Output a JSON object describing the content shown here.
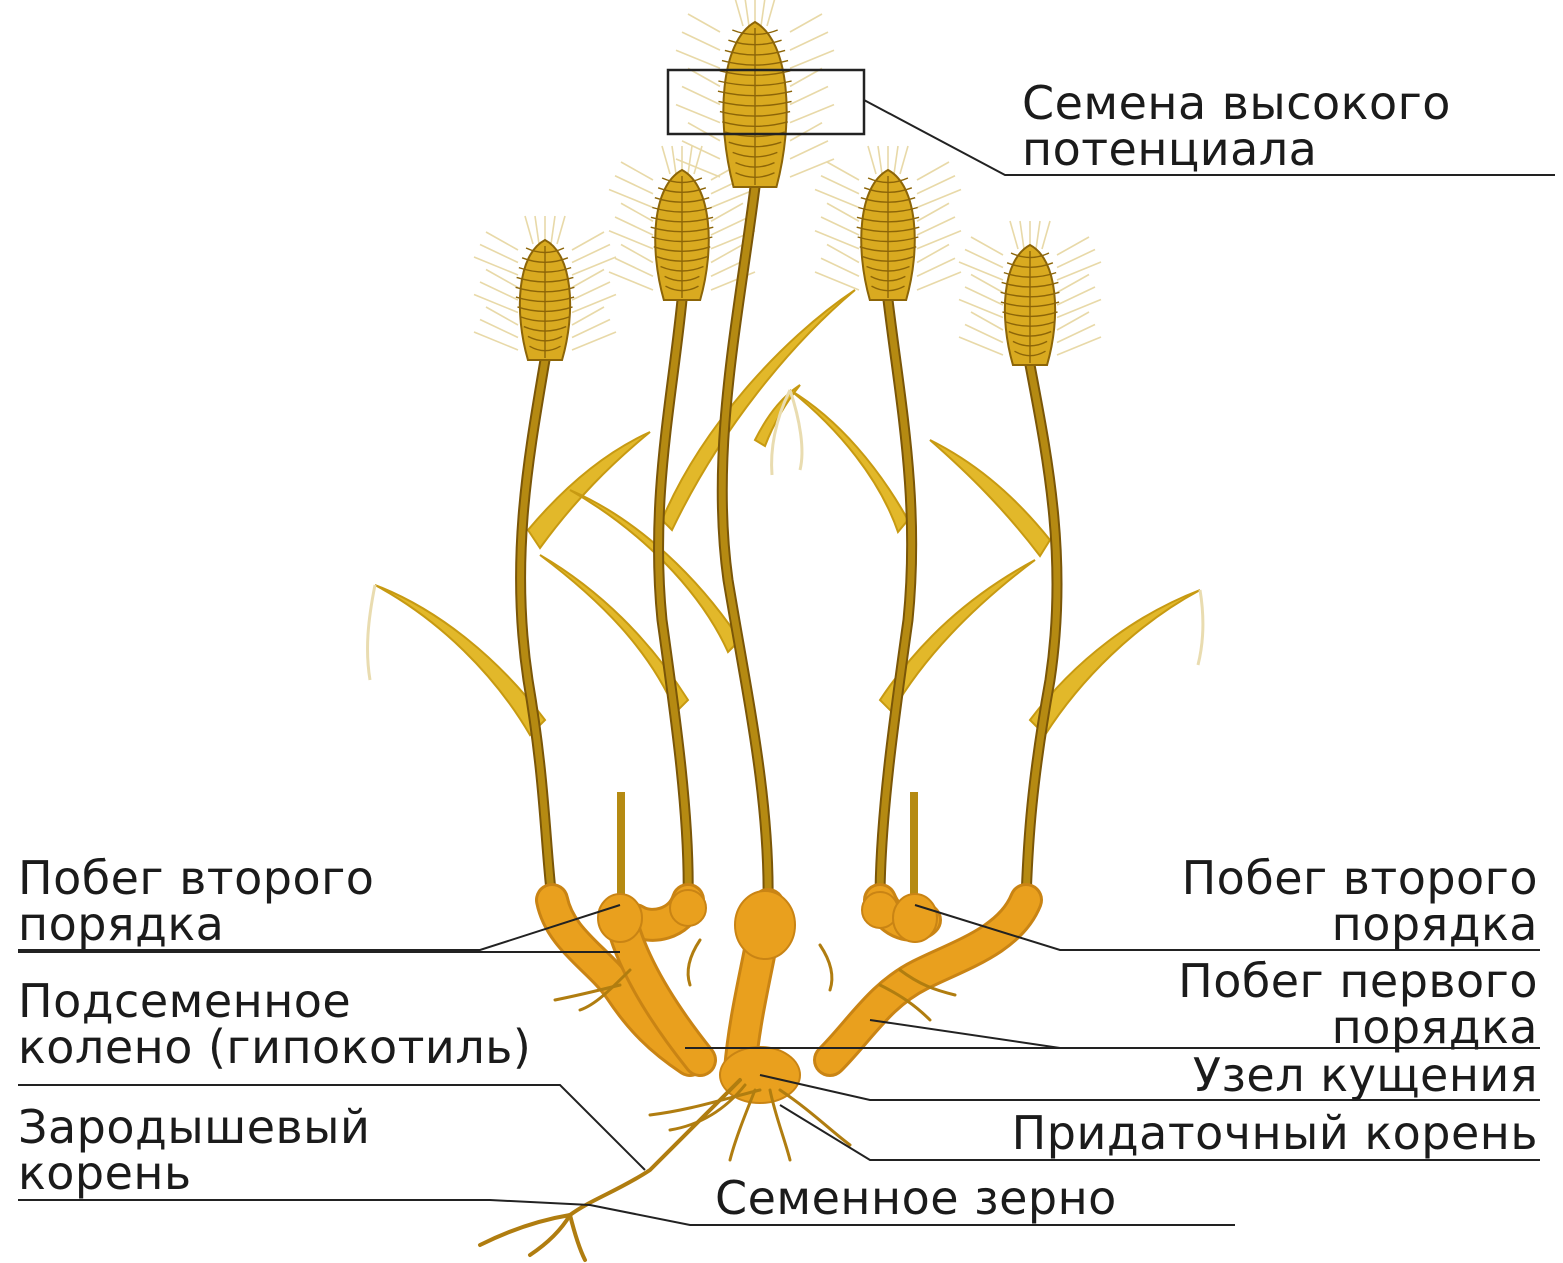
{
  "colors": {
    "stem": "#b58a12",
    "stem_dark": "#7a5608",
    "leaf": "#e2b82a",
    "leaf_dark": "#c79a12",
    "ear": "#d9aa20",
    "ear_dark": "#8c6508",
    "awn": "#e8d9a8",
    "base": "#e9a01e",
    "root": "#b07d10",
    "line": "#222222"
  },
  "labels": {
    "seeds_high_potential": {
      "line1": "Семена высокого",
      "line2": "потенциала"
    },
    "shoot_second_order_left": {
      "line1": "Побег второго",
      "line2": "порядка"
    },
    "shoot_second_order_right": {
      "line1": "Побег второго",
      "line2": "порядка"
    },
    "shoot_first_order": {
      "line1": "Побег первого",
      "line2": "порядка"
    },
    "hypocotyl": {
      "line1": "Подсеменное",
      "line2": "колено (гипокотиль)"
    },
    "tillering_node": {
      "text": "Узел кущения"
    },
    "germinal_root": {
      "line1": "Зародышевый",
      "line2": "корень"
    },
    "adventitious_root": {
      "text": "Придаточный корень"
    },
    "seed_grain": {
      "text": "Семенное зерно"
    }
  }
}
